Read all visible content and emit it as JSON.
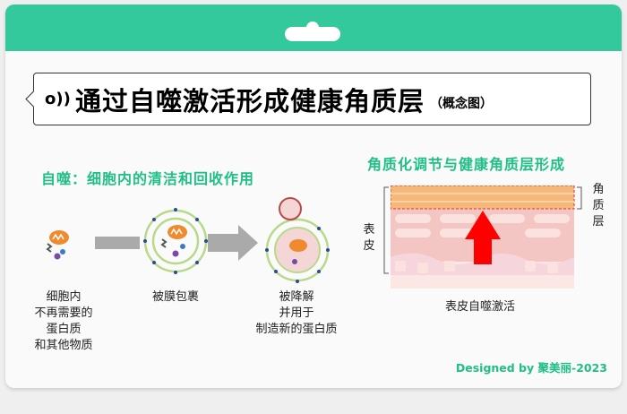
{
  "title": "通过自噬激活形成健康角质层",
  "title_note": "（概念图）",
  "left": {
    "heading": "自噬：细胞内的清洁和回收作用",
    "steps": [
      {
        "label": "细胞内\n不再需要的\n蛋白质\n和其他物质"
      },
      {
        "label": "被膜包裹"
      },
      {
        "label": "被降解\n并用于\n制造新的蛋白质"
      }
    ]
  },
  "right": {
    "heading": "角质化调节与健康角质层形成",
    "epidermis_label": "表\n皮",
    "stratum_label": "角\n质\n层",
    "caption": "表皮自噬激活"
  },
  "footer": "Designed by 聚美丽-2023",
  "watermark": "聚美丽",
  "colors": {
    "accent": "#33c99c",
    "text_green": "#1fbf86",
    "arrow": "#ff0000"
  }
}
